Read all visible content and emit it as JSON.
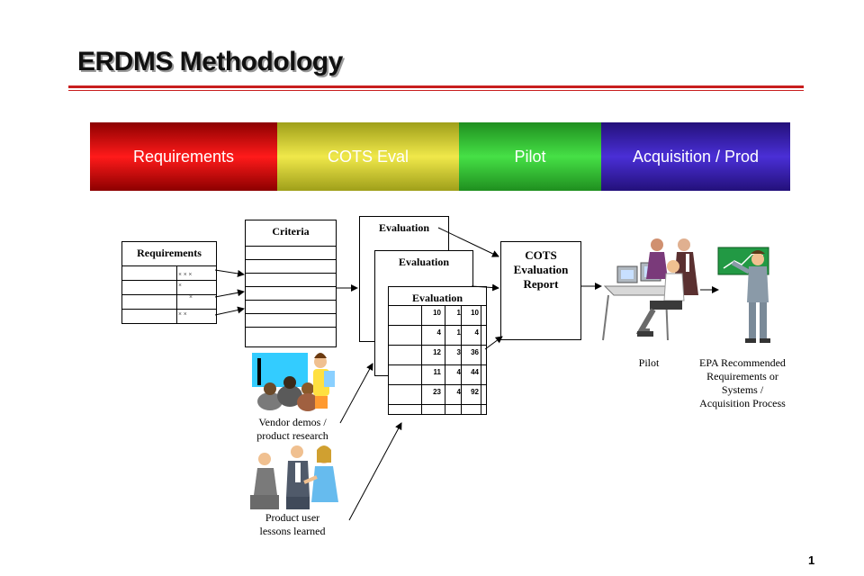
{
  "title": "ERDMS Methodology",
  "phases": [
    "Requirements",
    "COTS Eval",
    "Pilot",
    "Acquisition / Prod"
  ],
  "boxes": {
    "requirements": "Requirements",
    "criteria": "Criteria",
    "evaluation": "Evaluation",
    "report_line1": "COTS",
    "report_line2": "Evaluation",
    "report_line3": "Report"
  },
  "eval_table": [
    [
      "10",
      "1",
      "10"
    ],
    [
      "4",
      "1",
      "4"
    ],
    [
      "12",
      "3",
      "36"
    ],
    [
      "11",
      "4",
      "44"
    ],
    [
      "23",
      "4",
      "92"
    ]
  ],
  "labels": {
    "vendor_line1": "Vendor demos /",
    "vendor_line2": "product research",
    "lessons_line1": "Product user",
    "lessons_line2": "lessons learned",
    "pilot": "Pilot",
    "epa_line1": "EPA Recommended",
    "epa_line2": "Requirements or",
    "epa_line3": "Systems /",
    "epa_line4": "Acquisition Process"
  },
  "page_number": "1",
  "colors": {
    "requirements": "#ff1a1a",
    "cots_eval": "#f0e84a",
    "pilot": "#46e046",
    "acquisition": "#4a2fd6",
    "rule": "#c81e1e"
  }
}
